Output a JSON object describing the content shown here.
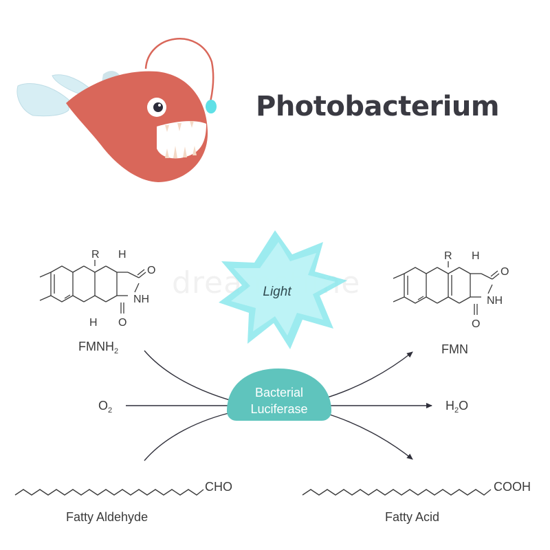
{
  "title": "Photobacterium",
  "light_label": "Light",
  "enzyme": {
    "line1": "Bacterial",
    "line2": "Luciferase"
  },
  "reactants": {
    "fmnh2": {
      "base": "FMNH",
      "sub": "2"
    },
    "o2": {
      "base": "O",
      "sub": "2"
    },
    "aldehyde_group": "CHO",
    "aldehyde_name": "Fatty Aldehyde"
  },
  "products": {
    "fmn": "FMN",
    "h2o": {
      "base": "H",
      "sub": "2",
      "tail": "O"
    },
    "acid_group": "COOH",
    "acid_name": "Fatty Acid"
  },
  "molecule_left": {
    "r": "R",
    "h_top": "H",
    "o_top": "O",
    "nh": "NH",
    "o_bottom": "O",
    "h_bottom": "H"
  },
  "molecule_right": {
    "r": "R",
    "h_top": "H",
    "o_top": "O",
    "nh": "NH",
    "o_bottom": "O"
  },
  "watermark": "dreamstime",
  "colors": {
    "fish_body": "#d9675a",
    "fish_mouth": "#ffffff",
    "fin": "#d7eef4",
    "lure": "#5fe0e6",
    "star": "#7fe6ea",
    "enzyme": "#5fc4bd",
    "arrow": "#2f2f3a",
    "title": "#3a3a42"
  }
}
